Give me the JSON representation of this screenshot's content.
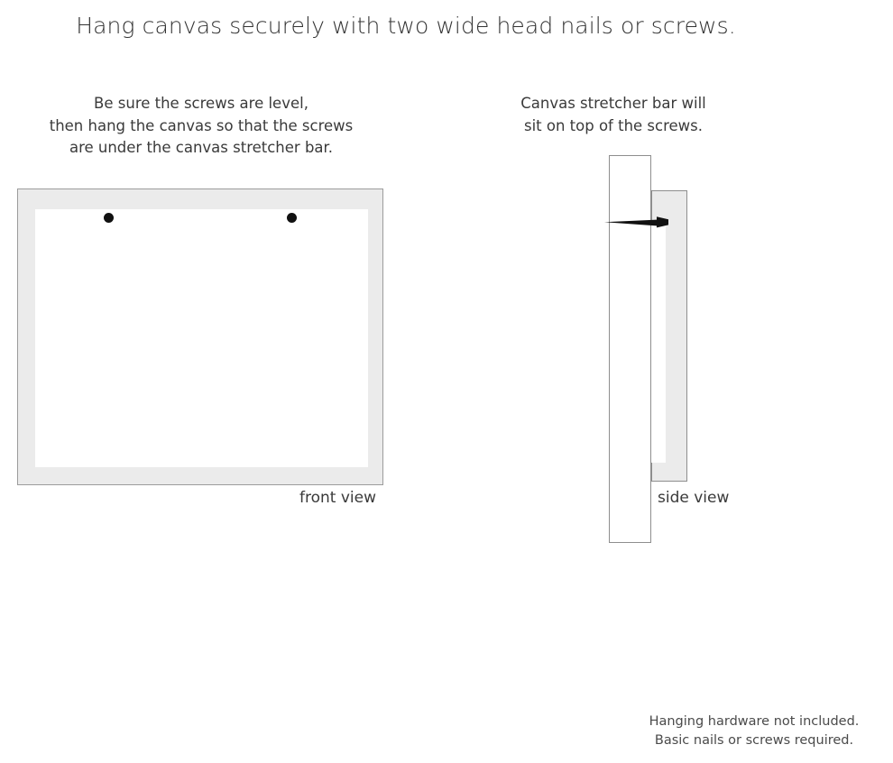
{
  "headline": "Hang canvas securely with two wide head nails or screws.",
  "captions": {
    "left": {
      "line1": "Be sure the screws are level,",
      "line2": "then hang the canvas so that the screws",
      "line3": "are under the canvas stretcher bar."
    },
    "right": {
      "line1": "Canvas stretcher bar will",
      "line2": "sit on top of the screws."
    }
  },
  "figures": {
    "front": {
      "label": "front view",
      "screws": [
        {
          "name": "screw-left"
        },
        {
          "name": "screw-right"
        }
      ]
    },
    "side": {
      "label": "side view",
      "nail": "nail"
    }
  },
  "footer": {
    "line1": "Hanging hardware not included.",
    "line2": "Basic nails or screws required."
  },
  "colors": {
    "text": "#333333",
    "frame_fill": "#ebebeb",
    "frame_border": "#9c9c9c",
    "canvas_fill": "#ffffff",
    "screw": "#111111",
    "background": "#ffffff"
  }
}
